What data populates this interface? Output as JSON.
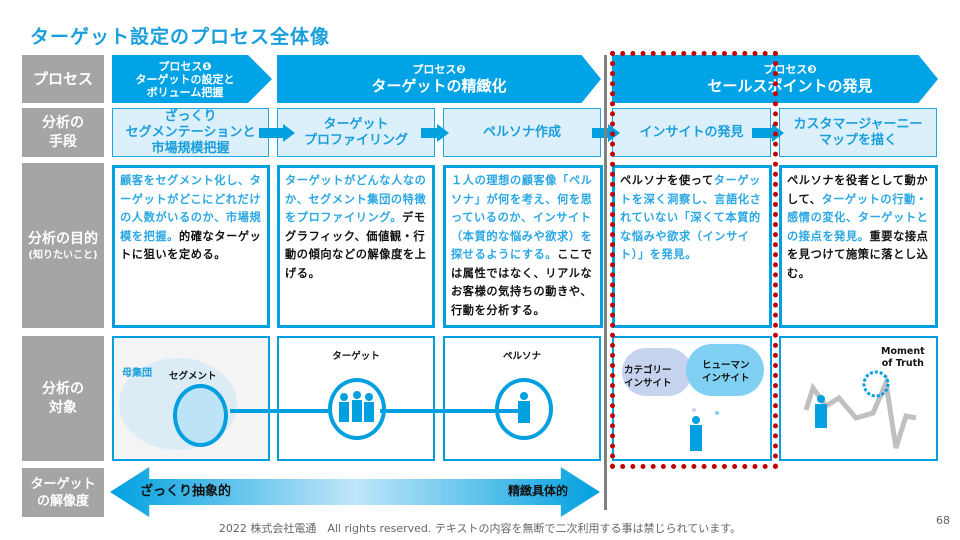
{
  "title": "ターゲット設定のプロセス全体像",
  "row_labels": {
    "process": "プロセス",
    "method_1": "分析の",
    "method_2": "手段",
    "purpose_1": "分析の目的",
    "purpose_2": "(知りたいこと)",
    "target_1": "分析の",
    "target_2": "対象",
    "resolution_1": "ターゲット",
    "resolution_2": "の解像度"
  },
  "processes": [
    {
      "num": "プロセス❶",
      "name_1": "ターゲットの設定と",
      "name_2": "ボリューム把握"
    },
    {
      "num": "プロセス❷",
      "name": "ターゲットの精緻化"
    },
    {
      "num": "プロセス❸",
      "name": "セールスポイントの発見"
    }
  ],
  "methods": [
    {
      "l1": "ざっくり",
      "l2": "セグメンテーションと",
      "l3": "市場規模把握"
    },
    {
      "l1": "ターゲット",
      "l2": "プロファイリング"
    },
    {
      "l1": "ペルソナ作成"
    },
    {
      "l1": "インサイトの発見"
    },
    {
      "l1": "カスタマージャーニー",
      "l2": "マップを描く"
    }
  ],
  "purposes": [
    {
      "blue": "顧客をセグメント化し、ターゲットがどこにどれだけの人数がいるのか、市場規模を把握。",
      "black": "的確なターゲットに狙いを定める。"
    },
    {
      "blue": "ターゲットがどんな人なのか、セグメント集団の特徴をプロファイリング。",
      "black": "デモグラフィック、価値観・行動の傾向などの解像度を上げる。"
    },
    {
      "blue": "１人の理想の顧客像「ペルソナ」が何を考え、何を思っているのか、インサイト（本質的な悩みや欲求）を探せるようにする。",
      "black": "ここでは属性ではなく、リアルなお客様の気持ちの動きや、行動を分析する。"
    },
    {
      "black": "ペルソナを使って",
      "blue": "ターゲットを深く洞察し、言語化されていない「深くて本質的な悩みや欲求（インサイト）」を発見。"
    },
    {
      "black": "ペルソナを役者として動かして、",
      "blue": "ターゲットの行動・感情の変化、ターゲットとの接点を発見。",
      "black2": "重要な接点を見つけて施策に落とし込む。"
    }
  ],
  "targets": {
    "population": "母集団",
    "segment": "セグメント",
    "target": "ターゲット",
    "persona": "ペルソナ",
    "category_insight_1": "カテゴリー",
    "category_insight_2": "インサイト",
    "human_insight_1": "ヒューマン",
    "human_insight_2": "インサイト",
    "mot_1": "Moment",
    "mot_2": "of Truth"
  },
  "resolution": {
    "left": "ざっくり抽象的",
    "right": "精緻具体的"
  },
  "footer": "2022 株式会社電通　All rights reserved. テキストの内容を無断で二次利用する事は禁じられています。",
  "page_number": "68",
  "colors": {
    "accent": "#00a3e6",
    "label_gray": "#a5a5a5",
    "highlight_red": "#c00000"
  }
}
